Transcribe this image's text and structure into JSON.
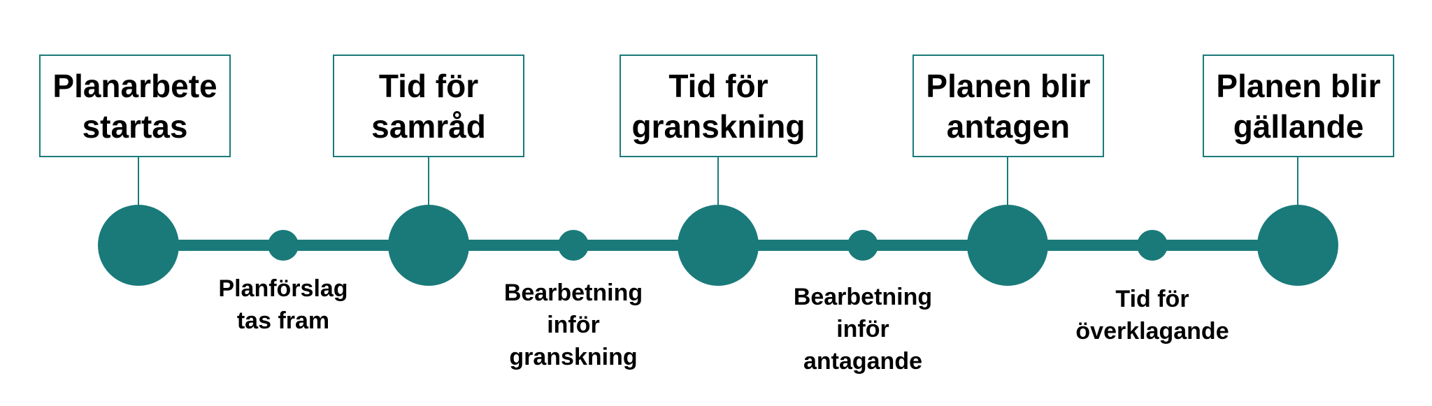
{
  "colors": {
    "accent": "#1a7a7a",
    "text": "#000000",
    "background": "#ffffff"
  },
  "milestones": [
    {
      "label": "Planarbete\nstartas"
    },
    {
      "label": "Tid för\nsamråd"
    },
    {
      "label": "Tid för\ngranskning"
    },
    {
      "label": "Planen blir\nantagen"
    },
    {
      "label": "Planen blir\ngällande"
    }
  ],
  "phases": [
    {
      "label": "Planförslag\ntas fram"
    },
    {
      "label": "Bearbetning\ninför\ngranskning"
    },
    {
      "label": "Bearbetning\ninför\nantagande"
    },
    {
      "label": "Tid för\növerklagande"
    }
  ]
}
